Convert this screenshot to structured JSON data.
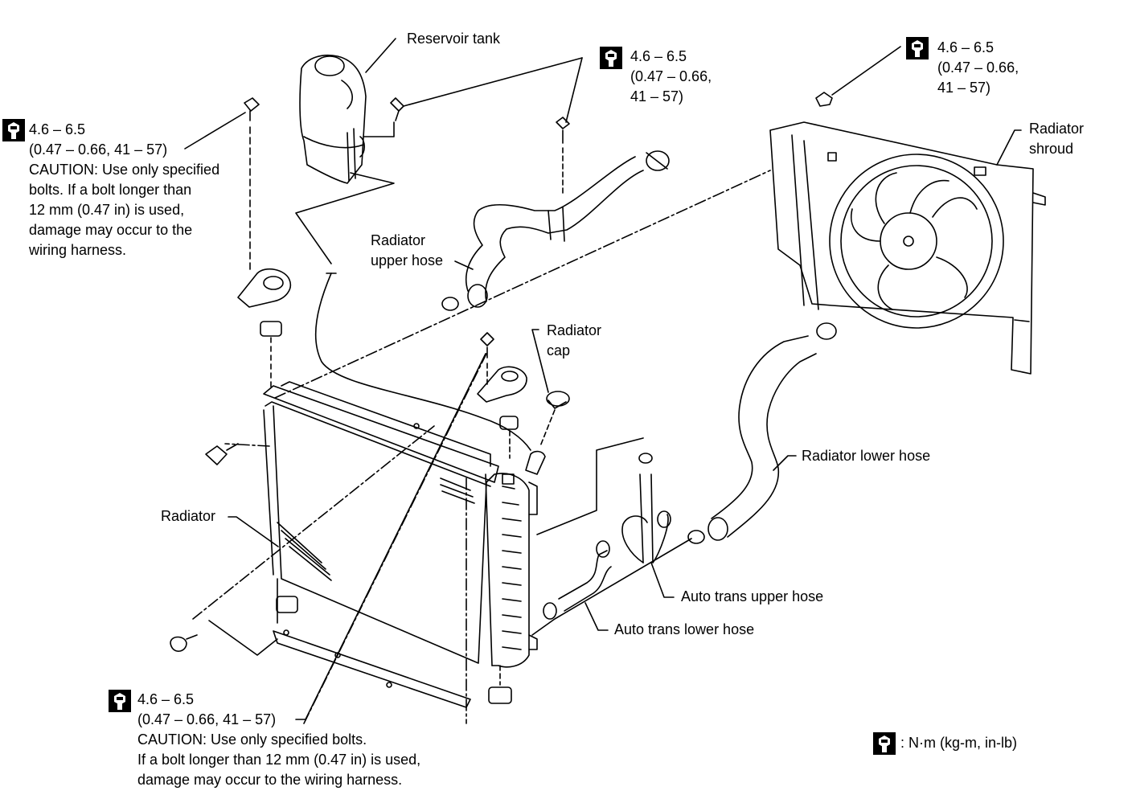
{
  "labels": {
    "reservoir_tank": "Reservoir tank",
    "radiator_upper_hose": [
      "Radiator",
      "upper hose"
    ],
    "radiator_cap": [
      "Radiator",
      "cap"
    ],
    "radiator_shroud": [
      "Radiator",
      "shroud"
    ],
    "radiator": "Radiator",
    "radiator_lower_hose": "Radiator lower hose",
    "auto_trans_upper_hose": "Auto trans upper hose",
    "auto_trans_lower_hose": "Auto trans lower hose"
  },
  "torque_specs": {
    "top_left": {
      "value": "4.6 – 6.5",
      "units": "(0.47 – 0.66, 41 – 57)",
      "caution": [
        "CAUTION: Use only specified",
        "bolts. If a bolt longer than",
        "12 mm (0.47 in) is used,",
        "damage may occur to the",
        "wiring harness."
      ]
    },
    "top_center": {
      "value": "4.6 – 6.5",
      "units": [
        "(0.47 – 0.66,",
        "41 – 57)"
      ]
    },
    "top_right": {
      "value": "4.6 – 6.5",
      "units": [
        "(0.47 – 0.66,",
        "41 – 57)"
      ]
    },
    "bottom": {
      "value": "4.6 – 6.5",
      "units": "(0.47 – 0.66, 41 – 57)",
      "caution": [
        "CAUTION: Use only specified bolts.",
        "If a bolt longer than 12 mm (0.47 in) is used,",
        "damage may occur to the wiring harness."
      ]
    }
  },
  "legend": {
    "text": ": N·m (kg-m, in-lb)",
    "icon": "torque-wrench-icon"
  }
}
